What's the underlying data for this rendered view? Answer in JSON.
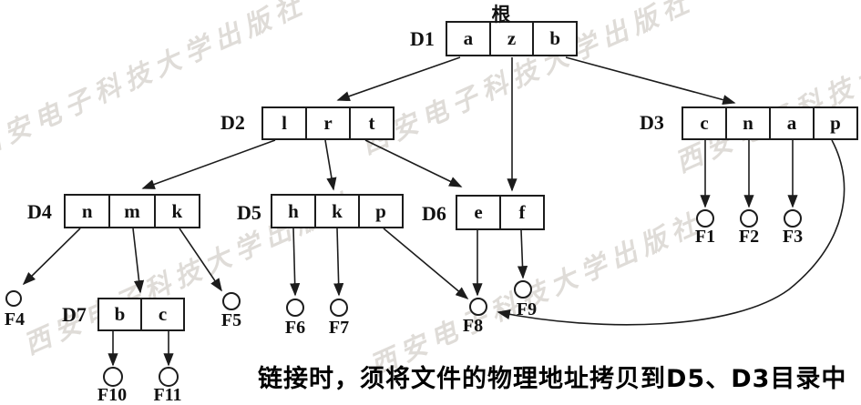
{
  "root_label": "根",
  "caption": "链接时，须将文件的物理地址拷贝到D5、D3目录中",
  "watermark_text": "西安电子科技大学出版社",
  "colors": {
    "line": "#1c1c1c",
    "watermark": "#b8b2a9",
    "background": "#ffffff"
  },
  "directories": {
    "d1": {
      "label": "D1",
      "cells": [
        "a",
        "z",
        "b"
      ]
    },
    "d2": {
      "label": "D2",
      "cells": [
        "l",
        "r",
        "t"
      ]
    },
    "d3": {
      "label": "D3",
      "cells": [
        "c",
        "n",
        "a",
        "p"
      ]
    },
    "d4": {
      "label": "D4",
      "cells": [
        "n",
        "m",
        "k"
      ]
    },
    "d5": {
      "label": "D5",
      "cells": [
        "h",
        "k",
        "p"
      ]
    },
    "d6": {
      "label": "D6",
      "cells": [
        "e",
        "f"
      ]
    },
    "d7": {
      "label": "D7",
      "cells": [
        "b",
        "c"
      ]
    }
  },
  "files": {
    "f1": "F1",
    "f2": "F2",
    "f3": "F3",
    "f4": "F4",
    "f5": "F5",
    "f6": "F6",
    "f7": "F7",
    "f8": "F8",
    "f9": "F9",
    "f10": "F10",
    "f11": "F11"
  }
}
